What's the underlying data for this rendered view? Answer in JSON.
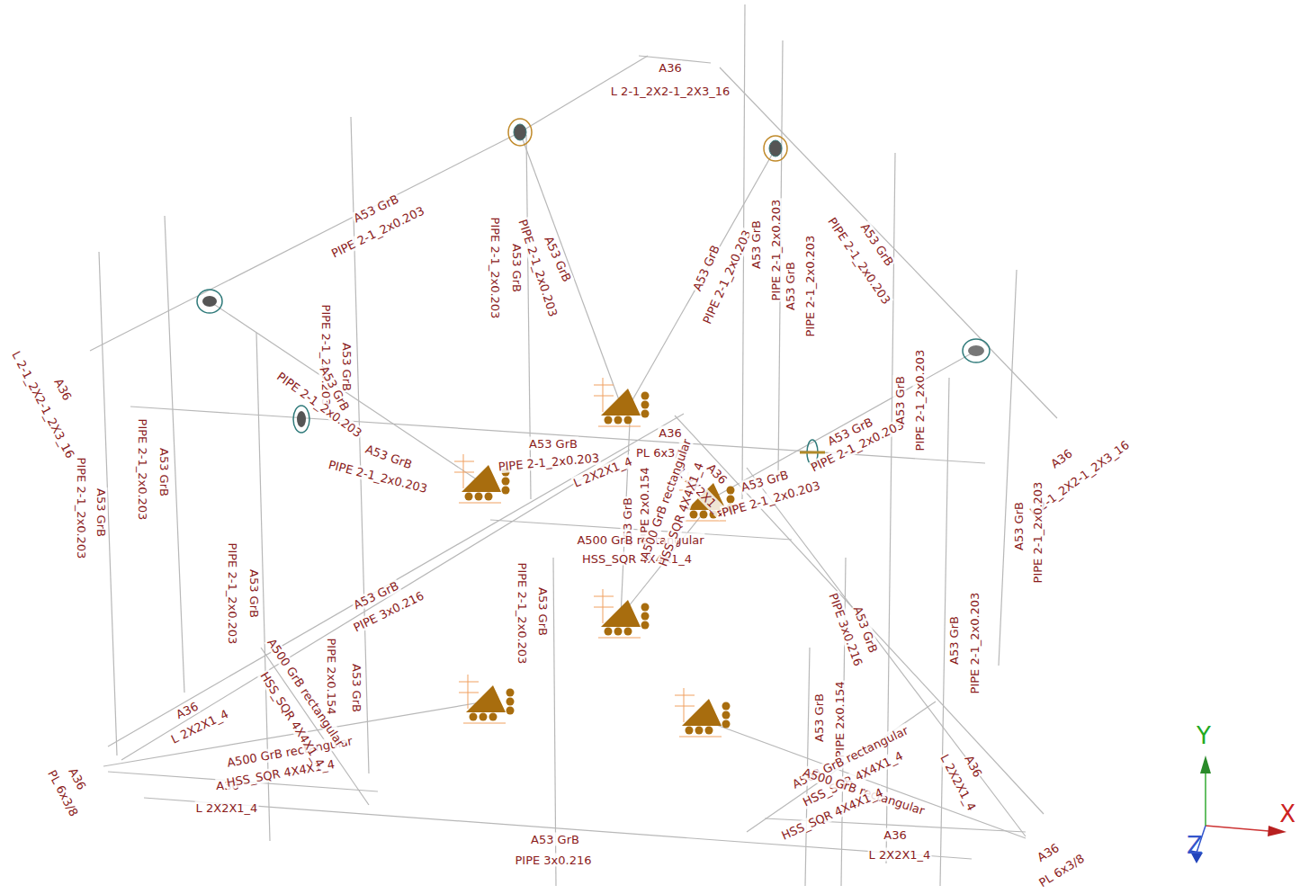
{
  "diagram": {
    "labels": [
      "A36",
      "L 2-1_2X2-1_2X3_16",
      "A53 GrB",
      "PIPE 2-1_2x0.203",
      "PIPE 2-1_2x0.203",
      "A53 GrB",
      "PIPE 2-1_2x0.203",
      "A53 GrB",
      "A53 GrB",
      "PIPE 2-1_2x0.203",
      "A53 GrB",
      "PIPE 2-1_2x0.203",
      "A53 GrB",
      "PIPE 2-1_2x0.203",
      "A53 GrB",
      "PIPE 2-1_2x0.203",
      "L 2-1_2X2-1_2X3_16",
      "A36",
      "PIPE 2-1_2x0.203",
      "A53 GrB",
      "PIPE 2-1_2x0.203",
      "A53 GrB",
      "PIPE 2-1_2x0.203",
      "A53 GrB",
      "A53 GrB",
      "PIPE 2-1_2x0.203",
      "A53 GrB",
      "PIPE 2-1_2x0.203",
      "A53 GrB",
      "PIPE 2-1_2x0.203",
      "A36",
      "PL 6x3/8",
      "L 2X2X1_4",
      "A36",
      "L 2X2X1_4",
      "A53 GrB",
      "PIPE 2-1_2x0.203",
      "A53 GrB",
      "PIPE 2-1_2x0.203",
      "A53 GrB",
      "PIPE 2-1_2x0.203",
      "A36",
      "L 2-1_2X2-1_2X3_16",
      "A53 GrB",
      "PIPE 2-1_2x0.203",
      "A53 GrB",
      "PIPE 2x0.154",
      "A500 GrB rectangular",
      "HSS_SQR 4X4X1_4",
      "A500 GrB rectangular",
      "HSS_SQR 4X4X1_4",
      "PIPE 2-1_2x0.203",
      "A53 GrB",
      "A53 GrB",
      "PIPE 3x0.216",
      "PIPE 2-1_2x0.203",
      "A53 GrB",
      "A53 GrB",
      "PIPE 2-1_2x0.203",
      "PIPE 3x0.216",
      "A53 GrB",
      "A53 GrB",
      "PIPE 2x0.154",
      "A500 GrB rectangular",
      "HSS_SQR 4X4X1_4",
      "A500 GrB rectangular",
      "HSS_SQR 4X4X1_4",
      "A36",
      "L 2X2X1_4",
      "A36",
      "L 2X2X1_4",
      "A36",
      "PL 6x3/8",
      "A53 GrB",
      "PIPE 3x0.216",
      "A36",
      "L 2X2X1_4",
      "A36",
      "PL 6x3/8",
      "A36",
      "L 2X2X1_4",
      "A500 GrB rectangular",
      "HSS_SQR 4X4X1_4",
      "A500 GrB rectangular",
      "HSS_SQR 4X4X1_4",
      "PIPE 2x0.154",
      "A53 GrB",
      "Y",
      "X",
      "Z"
    ]
  }
}
